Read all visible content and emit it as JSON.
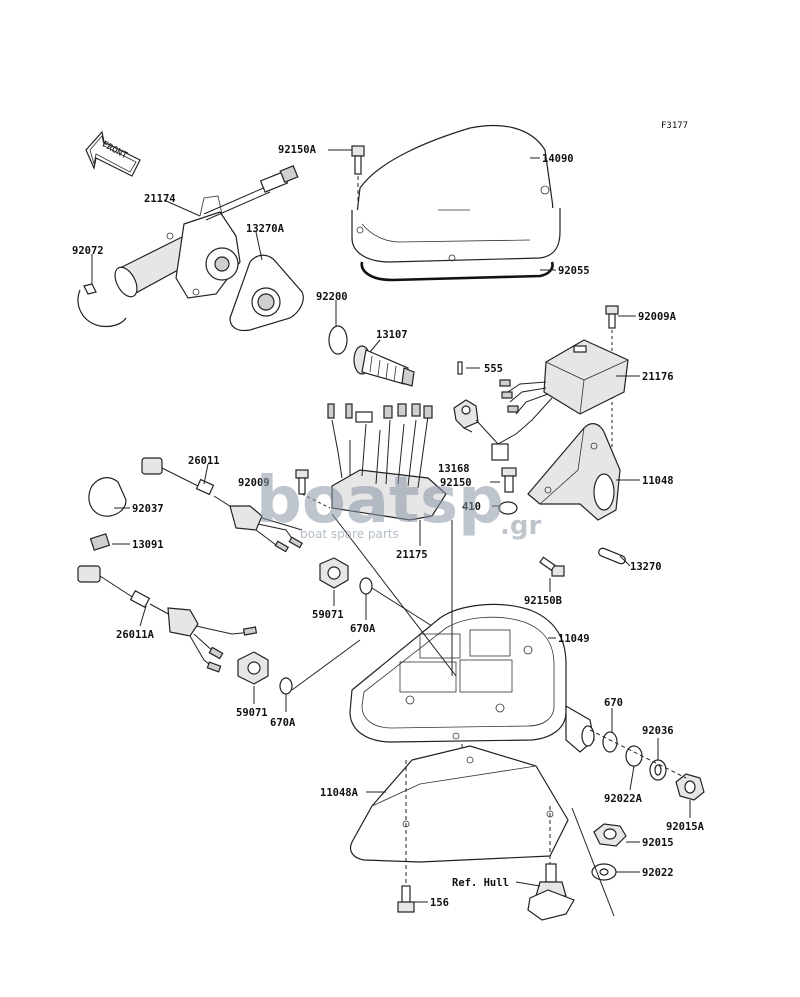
{
  "figure_code": "F3177",
  "front_arrow_label": "FRONT",
  "watermark": {
    "brand_left": "boat",
    "brand_right": "sp",
    "suffix": ".gr",
    "tagline": "boat spare parts"
  },
  "callouts": {
    "p92150A": "92150A",
    "p14090": "14090",
    "p21174": "21174",
    "p13270A": "13270A",
    "p92072": "92072",
    "p92055": "92055",
    "p92200": "92200",
    "p92009A": "92009A",
    "p13107": "13107",
    "p555": "555",
    "p21176": "21176",
    "p26011": "26011",
    "p92009": "92009",
    "p13168": "13168",
    "p92150": "92150",
    "p11048": "11048",
    "p92037": "92037",
    "p410": "410",
    "p13091": "13091",
    "p21175": "21175",
    "p13270": "13270",
    "p92150B": "92150B",
    "p59071a": "59071",
    "p670Aa": "670A",
    "p26011A": "26011A",
    "p11049": "11049",
    "p59071b": "59071",
    "p670Ab": "670A",
    "p670": "670",
    "p92036": "92036",
    "p11048A": "11048A",
    "p92022A": "92022A",
    "p92015A": "92015A",
    "p92015": "92015",
    "p92022": "92022",
    "pRefHull": "Ref. Hull",
    "p156": "156"
  }
}
